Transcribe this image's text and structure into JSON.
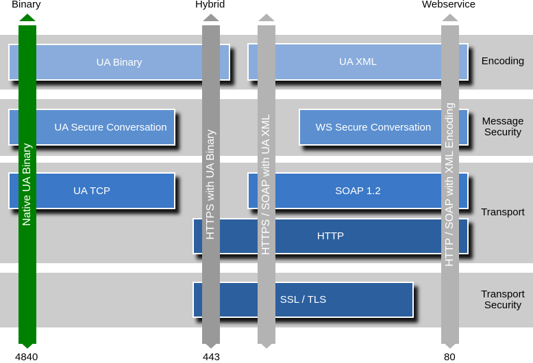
{
  "colors": {
    "green_pillar": "#008000",
    "hybrid_pillar": "#999999",
    "gray_pillar": "#b3b3b3",
    "band": "#cccccc",
    "encoding_box": "#89acdc",
    "message_box": "#5b8fd0",
    "transport_box": "#3b78c7",
    "transport_dark_box": "#2c5f9e"
  },
  "columns": {
    "binary": "Binary",
    "hybrid": "Hybrid",
    "webservice": "Webservice"
  },
  "layers": {
    "encoding": "Encoding",
    "message_security": [
      "Message",
      "Security"
    ],
    "transport": "Transport",
    "transport_security": [
      "Transport",
      "Security"
    ]
  },
  "boxes": {
    "ua_binary": "UA Binary",
    "ua_xml": "UA XML",
    "ua_secure_conversation": "UA Secure Conversation",
    "ws_secure_conversation": "WS Secure Conversation",
    "ua_tcp": "UA TCP",
    "soap": "SOAP 1.2",
    "http": "HTTP",
    "ssl_tls": "SSL / TLS"
  },
  "pillars": {
    "native": "Native UA Binary",
    "https_binary": "HTTPS with UA Binary",
    "https_soap": "HTTPS / SOAP with UA XML",
    "http_soap": "HTTP / SOAP with XML Encoding"
  },
  "ports": {
    "native": "4840",
    "https": "443",
    "http": "80"
  }
}
